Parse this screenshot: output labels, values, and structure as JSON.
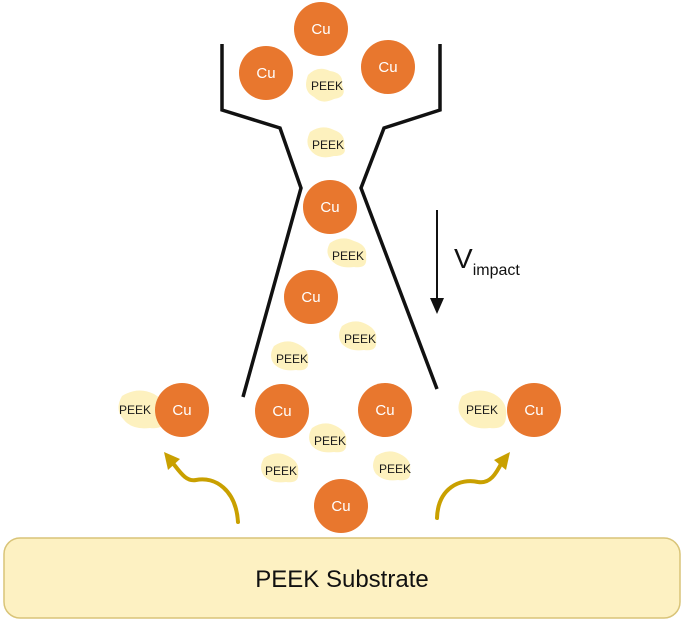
{
  "labels": {
    "cu": "Cu",
    "peek": "PEEK",
    "velocity_main": "V",
    "velocity_sub": "impact",
    "substrate": "PEEK Substrate"
  },
  "colors": {
    "copper": "#e8772e",
    "peek_fleck": "#fdf0b8",
    "substrate_fill": "#fdf1c2",
    "substrate_stroke": "#d9c478",
    "nozzle": "#111111",
    "rebound_arrow": "#c9a000"
  }
}
